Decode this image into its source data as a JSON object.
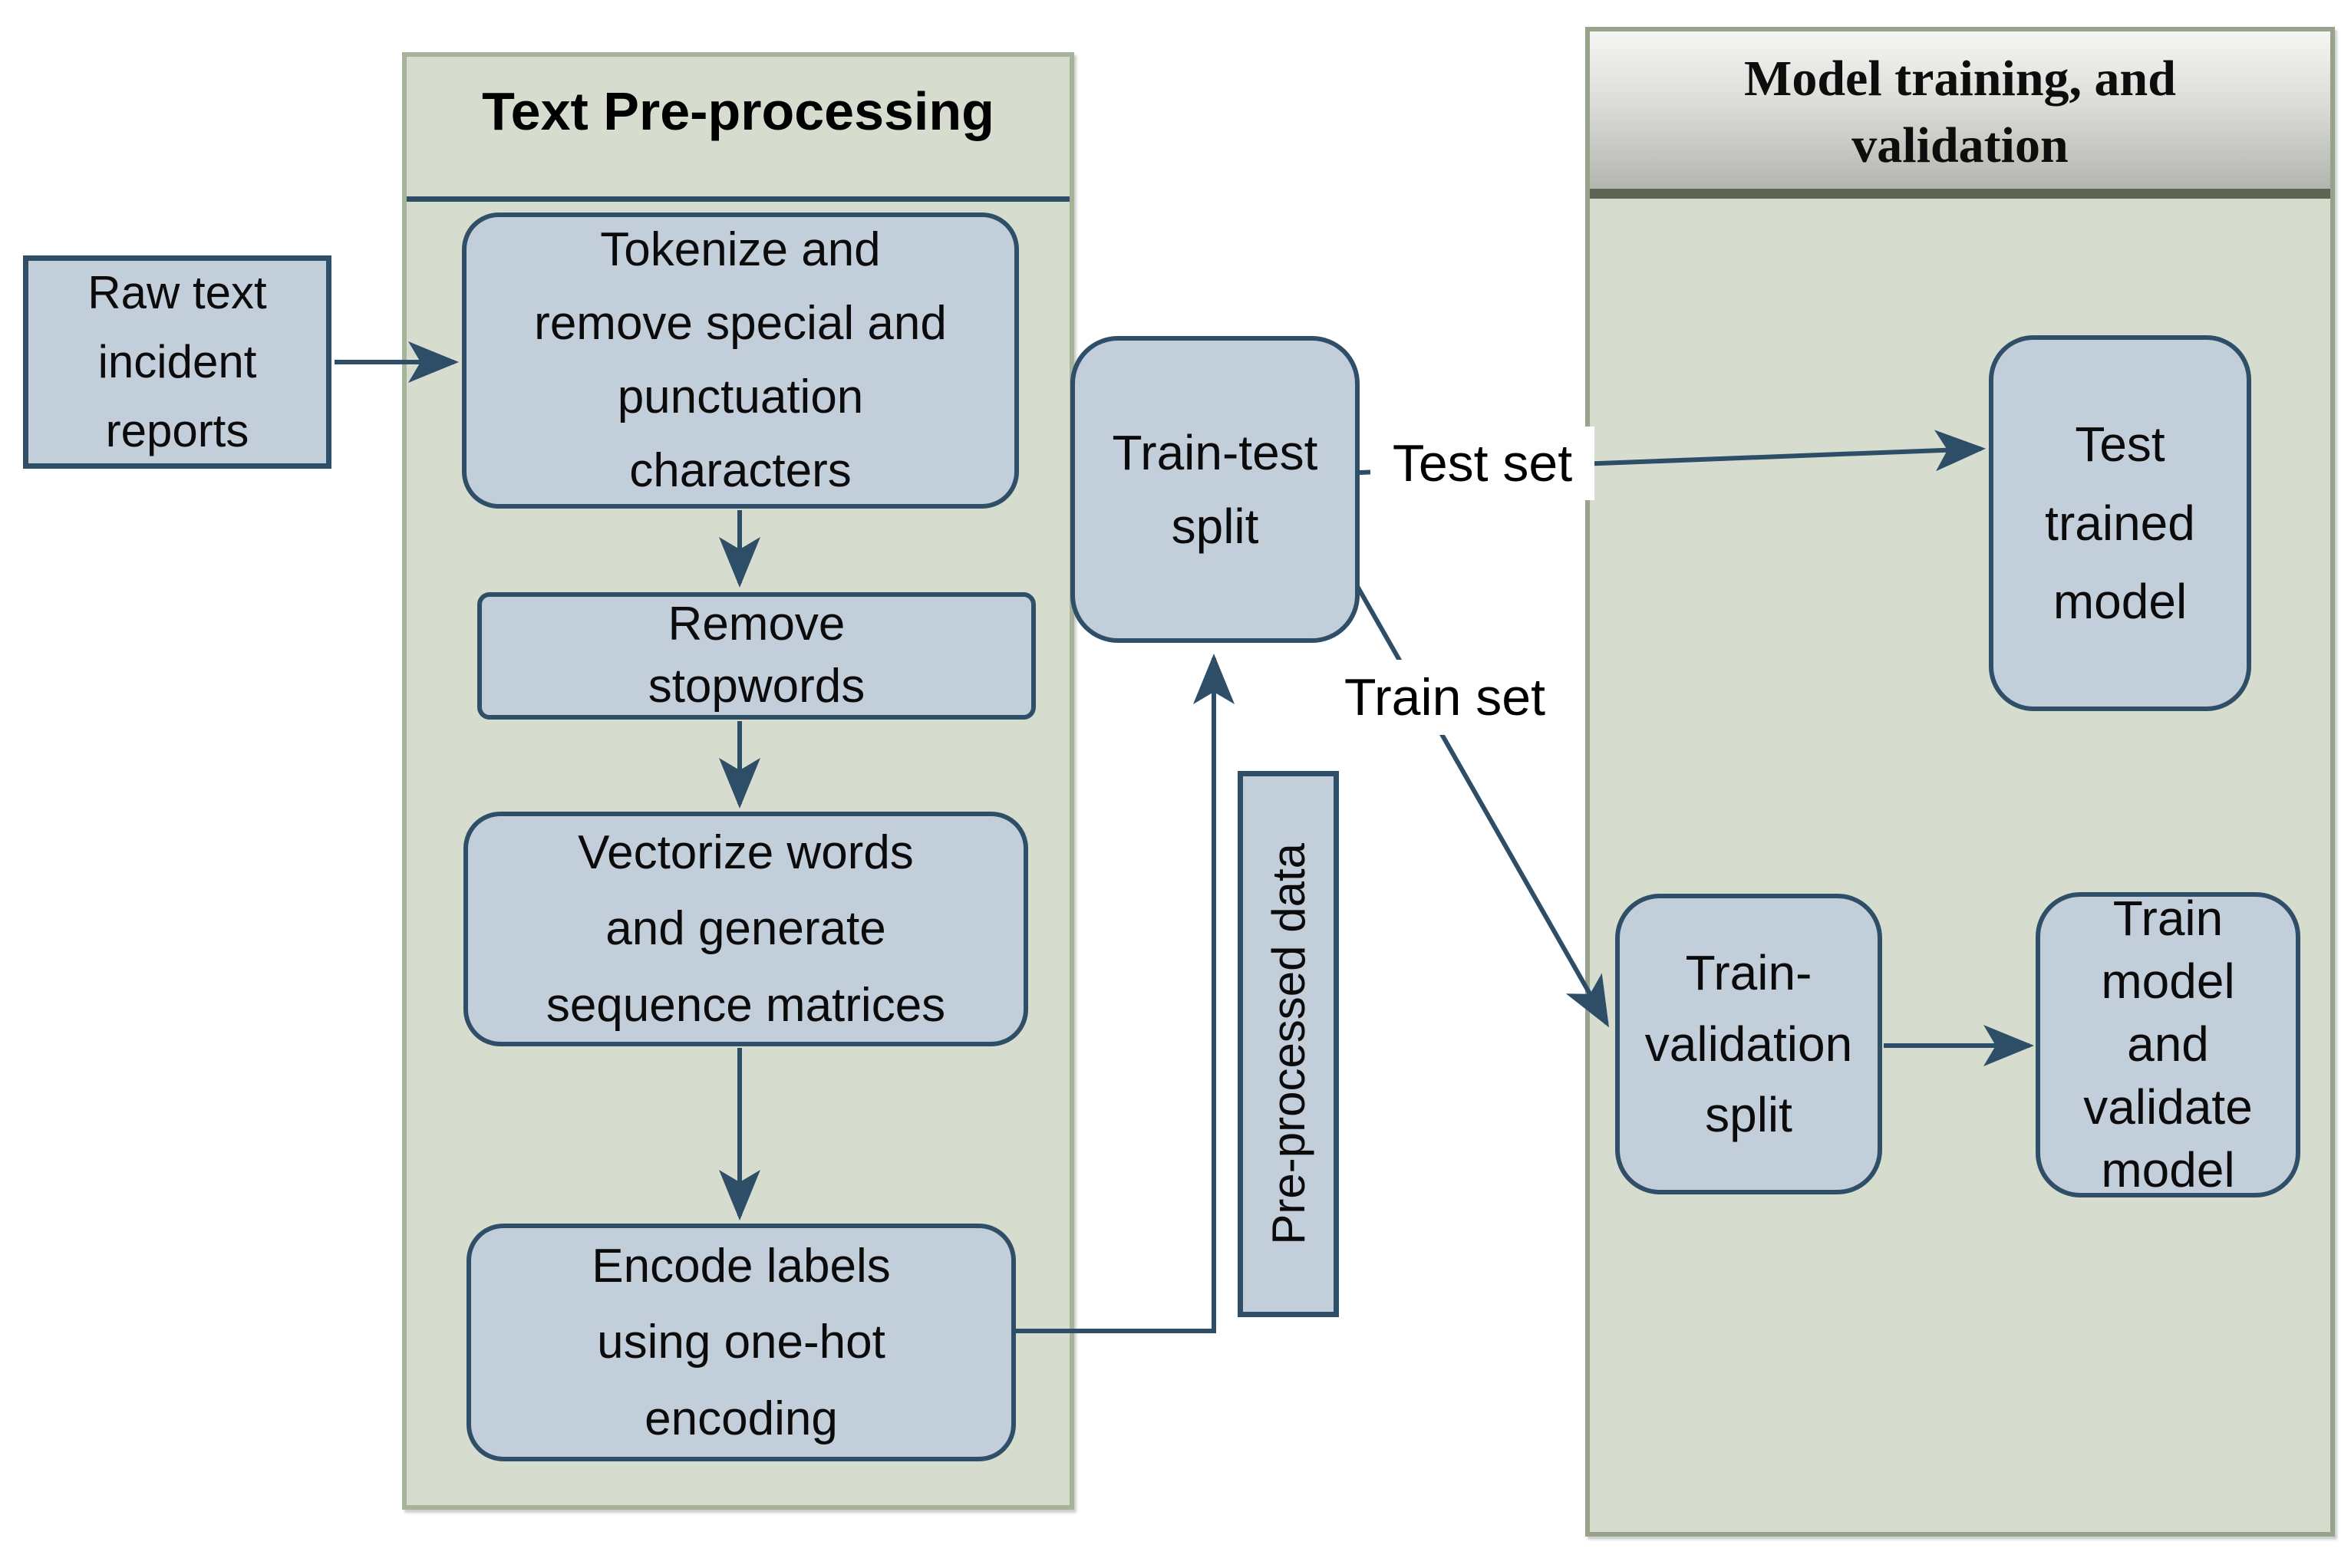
{
  "figure": {
    "type": "flowchart",
    "description": "Text classification pipeline: text pre-processing stage feeding a model training and validation stage"
  },
  "colors": {
    "node_fill": "#c3cedb",
    "node_border": "#2f4f69",
    "arrow": "#2e4d66",
    "panel_fill": "#d6ddcf",
    "panel_border_left": "#a7b29b",
    "panel_border_right": "#97a48b",
    "header_gradient_top": "#f5f5f3",
    "header_gradient_bottom": "#b3b5af",
    "header_rule": "#5c6652",
    "title_rule": "#2e4d66",
    "background": "#ffffff",
    "text": "#000000"
  },
  "left_panel": {
    "title": "Text Pre-processing"
  },
  "right_panel": {
    "title": "Model training, and\nvalidation"
  },
  "nodes": {
    "raw": {
      "label": "Raw text\nincident\nreports"
    },
    "tokenize": {
      "label": "Tokenize and\nremove special and\npunctuation\ncharacters"
    },
    "stopwords": {
      "label": "Remove\nstopwords"
    },
    "vectorize": {
      "label": "Vectorize words\nand generate\nsequence matrices"
    },
    "encode": {
      "label": "Encode labels\nusing one-hot\nencoding"
    },
    "traintest": {
      "label": "Train-test\nsplit"
    },
    "preprocessed": {
      "label": "Pre-processed data"
    },
    "testtrained": {
      "label": "Test\ntrained\nmodel"
    },
    "trainval": {
      "label": "Train-\nvalidation\nsplit"
    },
    "trainmodel": {
      "label": "Train\nmodel\nand\nvalidate\nmodel"
    }
  },
  "edge_labels": {
    "test_set": "Test set",
    "train_set": "Train set"
  },
  "edges": [
    {
      "from": "raw",
      "to": "tokenize"
    },
    {
      "from": "tokenize",
      "to": "stopwords"
    },
    {
      "from": "stopwords",
      "to": "vectorize"
    },
    {
      "from": "vectorize",
      "to": "encode"
    },
    {
      "from": "encode",
      "to": "traintest",
      "via": "preprocessed"
    },
    {
      "from": "traintest",
      "to": "testtrained",
      "label": "Test set"
    },
    {
      "from": "traintest",
      "to": "trainval",
      "label": "Train set"
    },
    {
      "from": "trainval",
      "to": "trainmodel"
    }
  ]
}
